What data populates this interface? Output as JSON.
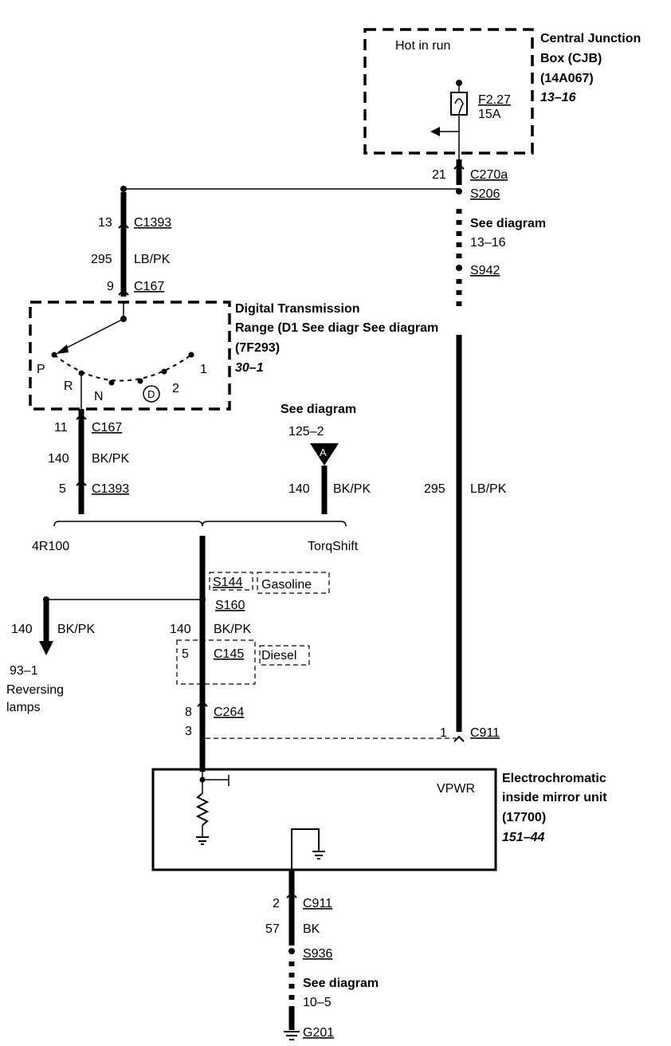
{
  "cjb": {
    "hot_in_run": "Hot in run",
    "name_line1": "Central Junction",
    "name_line2": "Box (CJB)",
    "part": "(14A067)",
    "ref": "13–16",
    "fuse": "F2.27",
    "fuse_amps": "15A"
  },
  "right_wire": {
    "pin_c270a": "21",
    "c270a": "C270a",
    "s206": "S206",
    "see_diagram": "See diagram",
    "see_ref": "13–16",
    "s942": "S942",
    "circuit": "295",
    "color": "LB/PK"
  },
  "left_wire": {
    "pin_c1393_top": "13",
    "c1393_top": "C1393",
    "circuit": "295",
    "color": "LB/PK",
    "pin_c167_top": "9",
    "c167_top": "C167"
  },
  "dtr": {
    "name_line1": "Digital Transmission",
    "name_line2": "Range (D1 See diagr See diagram",
    "part": "(7F293)",
    "ref": "30–1",
    "p": "P",
    "r": "R",
    "n": "N",
    "d": "D",
    "two": "2",
    "one": "1"
  },
  "dtr_out": {
    "pin_c167": "11",
    "c167": "C167",
    "circuit": "140",
    "color": "BK/PK",
    "pin_c1393": "5",
    "c1393": "C1393"
  },
  "torqshift": {
    "see_diagram": "See diagram",
    "ref": "125–2",
    "arrow_label": "A",
    "circuit": "140",
    "color": "BK/PK"
  },
  "options": {
    "left": "4R100",
    "right": "TorqShift"
  },
  "splices": {
    "s144": "S144",
    "gasoline": "Gasoline",
    "s160": "S160",
    "circuit": "140",
    "color": "BK/PK",
    "pin_c145": "5",
    "c145": "C145",
    "diesel": "Diesel",
    "pin_c264_a": "8",
    "c264": "C264",
    "pin_c264_b": "3",
    "pin_c911": "1",
    "c911": "C911"
  },
  "reversing": {
    "circuit": "140",
    "color": "BK/PK",
    "ref": "93–1",
    "label_line1": "Reversing",
    "label_line2": "lamps"
  },
  "mirror": {
    "vpwr": "VPWR",
    "name_line1": "Electrochromatic",
    "name_line2": "inside mirror unit",
    "part": "(17700)",
    "ref": "151–44"
  },
  "ground": {
    "pin_c911": "2",
    "c911": "C911",
    "circuit": "57",
    "color": "BK",
    "s936": "S936",
    "see_diagram": "See diagram",
    "ref": "10–5",
    "g201": "G201"
  }
}
